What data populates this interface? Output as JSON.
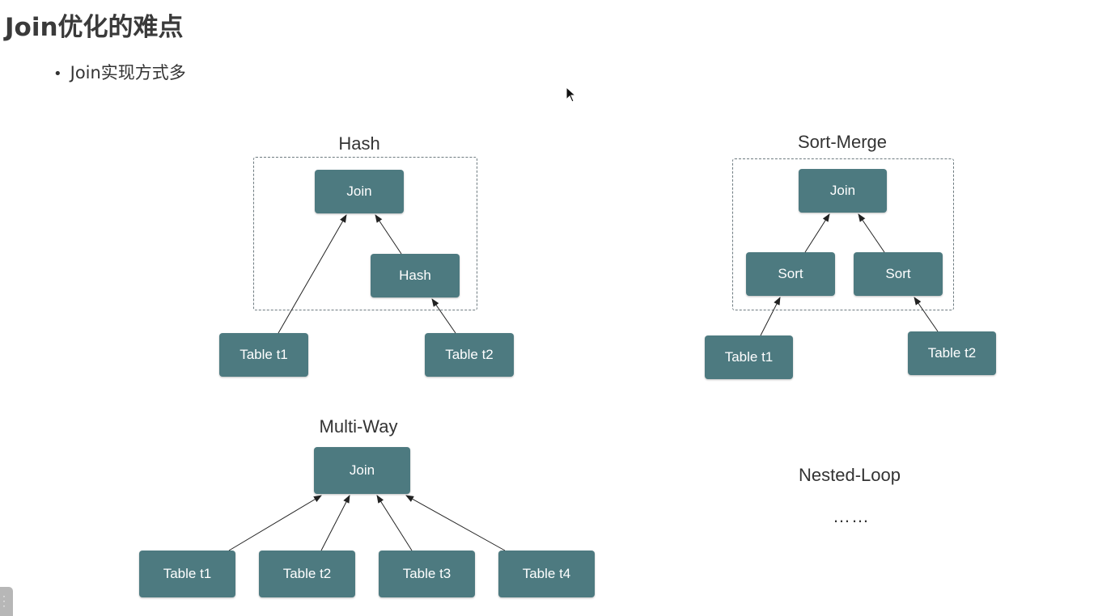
{
  "slide": {
    "title": "Join优化的难点",
    "bullet": "Join实现方式多"
  },
  "diagrams": {
    "hash": {
      "label": "Hash",
      "join": "Join",
      "hash_node": "Hash",
      "table1": "Table t1",
      "table2": "Table t2"
    },
    "sort_merge": {
      "label": "Sort-Merge",
      "join": "Join",
      "sort1": "Sort",
      "sort2": "Sort",
      "table1": "Table t1",
      "table2": "Table t2"
    },
    "multi_way": {
      "label": "Multi-Way",
      "join": "Join",
      "table1": "Table t1",
      "table2": "Table t2",
      "table3": "Table t3",
      "table4": "Table t4"
    },
    "nested_loop": {
      "label": "Nested-Loop",
      "ellipsis": "……"
    }
  },
  "colors": {
    "node_fill": "#4d7a80",
    "node_text": "#ffffff",
    "arrow": "#222222",
    "dashed_border": "#6e7b80"
  }
}
